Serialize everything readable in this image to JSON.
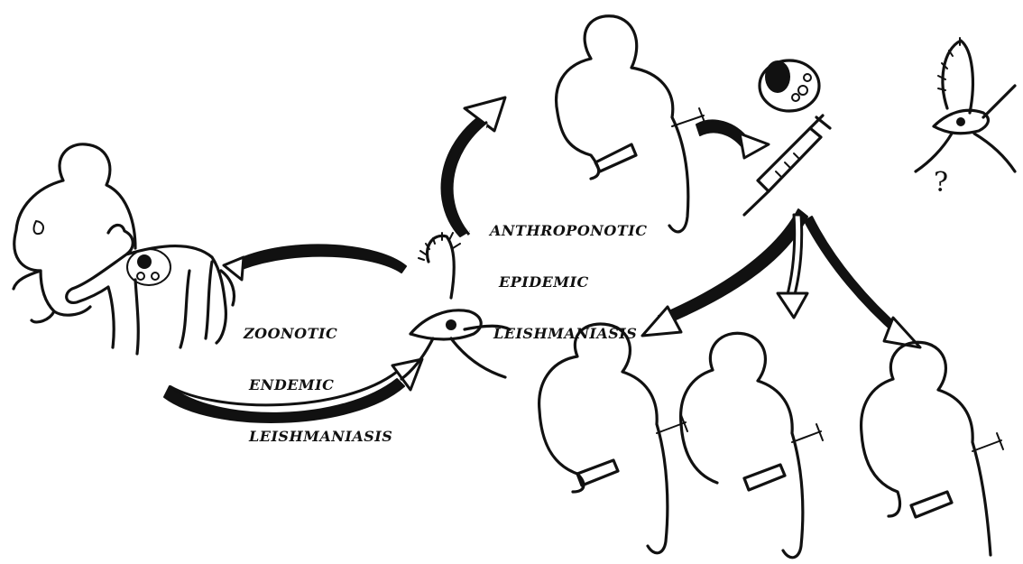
{
  "labels": {
    "zoonotic": [
      "ZOONOTIC",
      "ENDEMIC",
      "LEISHMANIASIS"
    ],
    "anthroponotic": [
      "ANTHROPONOTIC",
      "EPIDEMIC",
      "LEISHMANIASIS"
    ],
    "unknown_vector": "?"
  },
  "figures": {
    "host_dog": "dog-reservoir",
    "host_human": "human-figure",
    "vector": "sandfly",
    "parasite": "amastigote-infected-cell",
    "transmission": "syringe"
  }
}
